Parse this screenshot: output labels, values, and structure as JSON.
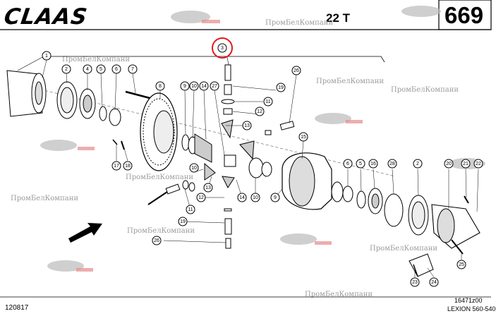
{
  "header": {
    "brand": "CLAAS",
    "group_code": "22 T",
    "page_number": "669"
  },
  "footer": {
    "drawing_number": "120817",
    "image_code": "16471z00",
    "model": "LEXION 560-540"
  },
  "watermark": {
    "text": "ПромБелКомпани"
  },
  "highlight_color": "#e0191e",
  "callouts": [
    "1",
    "2",
    "4",
    "5",
    "6",
    "7",
    "8",
    "9",
    "10",
    "14",
    "27",
    "3",
    "26",
    "19",
    "11",
    "12",
    "13",
    "15",
    "17",
    "18",
    "10",
    "13",
    "12",
    "11",
    "14",
    "10",
    "9",
    "19",
    "26",
    "6",
    "5",
    "16",
    "28",
    "2",
    "20",
    "21",
    "22",
    "23",
    "24",
    "25"
  ]
}
